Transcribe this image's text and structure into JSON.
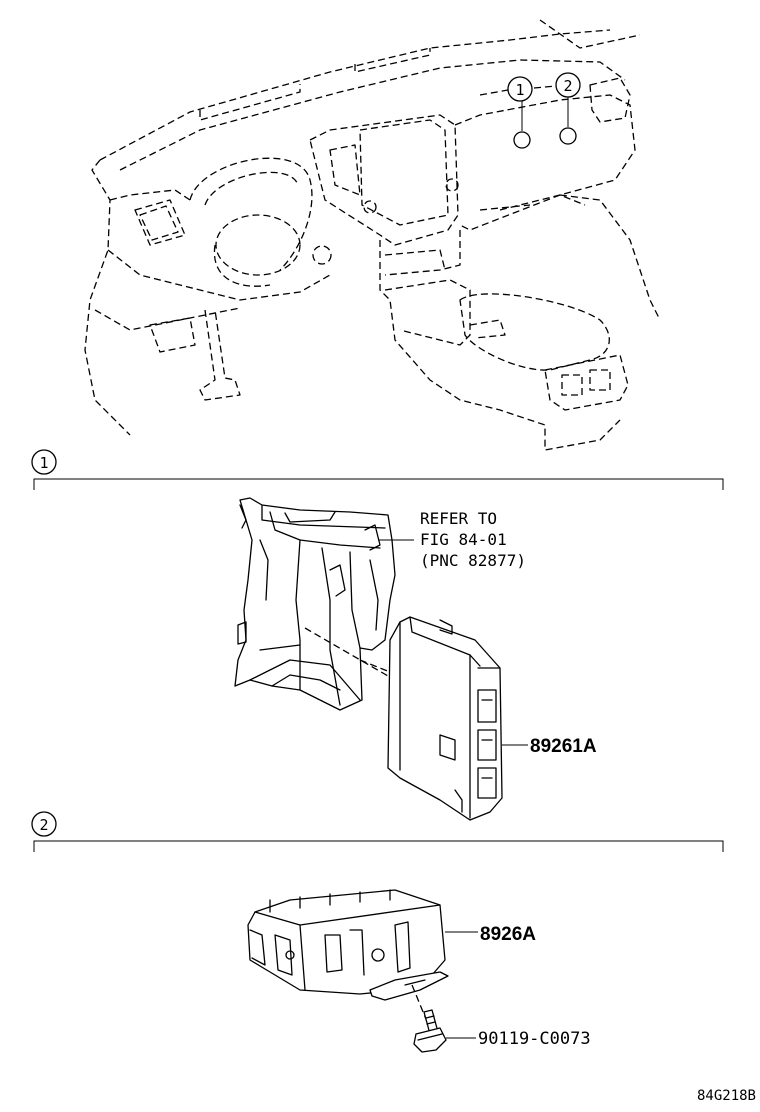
{
  "callouts": {
    "one": "1",
    "two": "2"
  },
  "sections": [
    {
      "marker": "1",
      "reference_note": [
        "REFER TO",
        "FIG 84-01",
        "(PNC 82877)"
      ],
      "part_number": "89261A"
    },
    {
      "marker": "2",
      "part_number": "8926A",
      "bolt_part_number": "90119-C0073"
    }
  ],
  "drawing_id": "84G218B"
}
